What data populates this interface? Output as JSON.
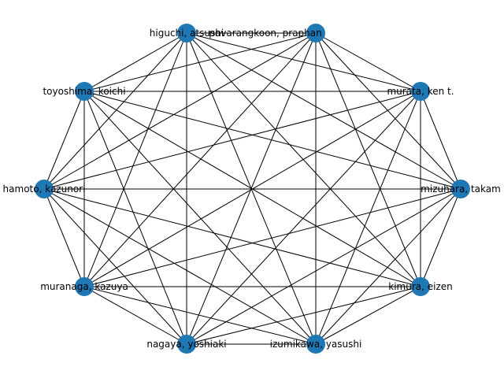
{
  "graph": {
    "node_color": "#1f77b4",
    "edge_color": "#000000",
    "complete": true,
    "nodes": [
      {
        "label": "higuchi, atsushi"
      },
      {
        "label": "pavarangkoon, praphan"
      },
      {
        "label": "murata, ken t."
      },
      {
        "label": "mizuhara, takam"
      },
      {
        "label": "kimura, eizen"
      },
      {
        "label": "izumikawa, yasushi"
      },
      {
        "label": "nagaya, yoshiaki"
      },
      {
        "label": "muranaga, kazuya"
      },
      {
        "label": "hamoto, kazunori"
      },
      {
        "label": "toyoshima, koichi"
      }
    ]
  }
}
